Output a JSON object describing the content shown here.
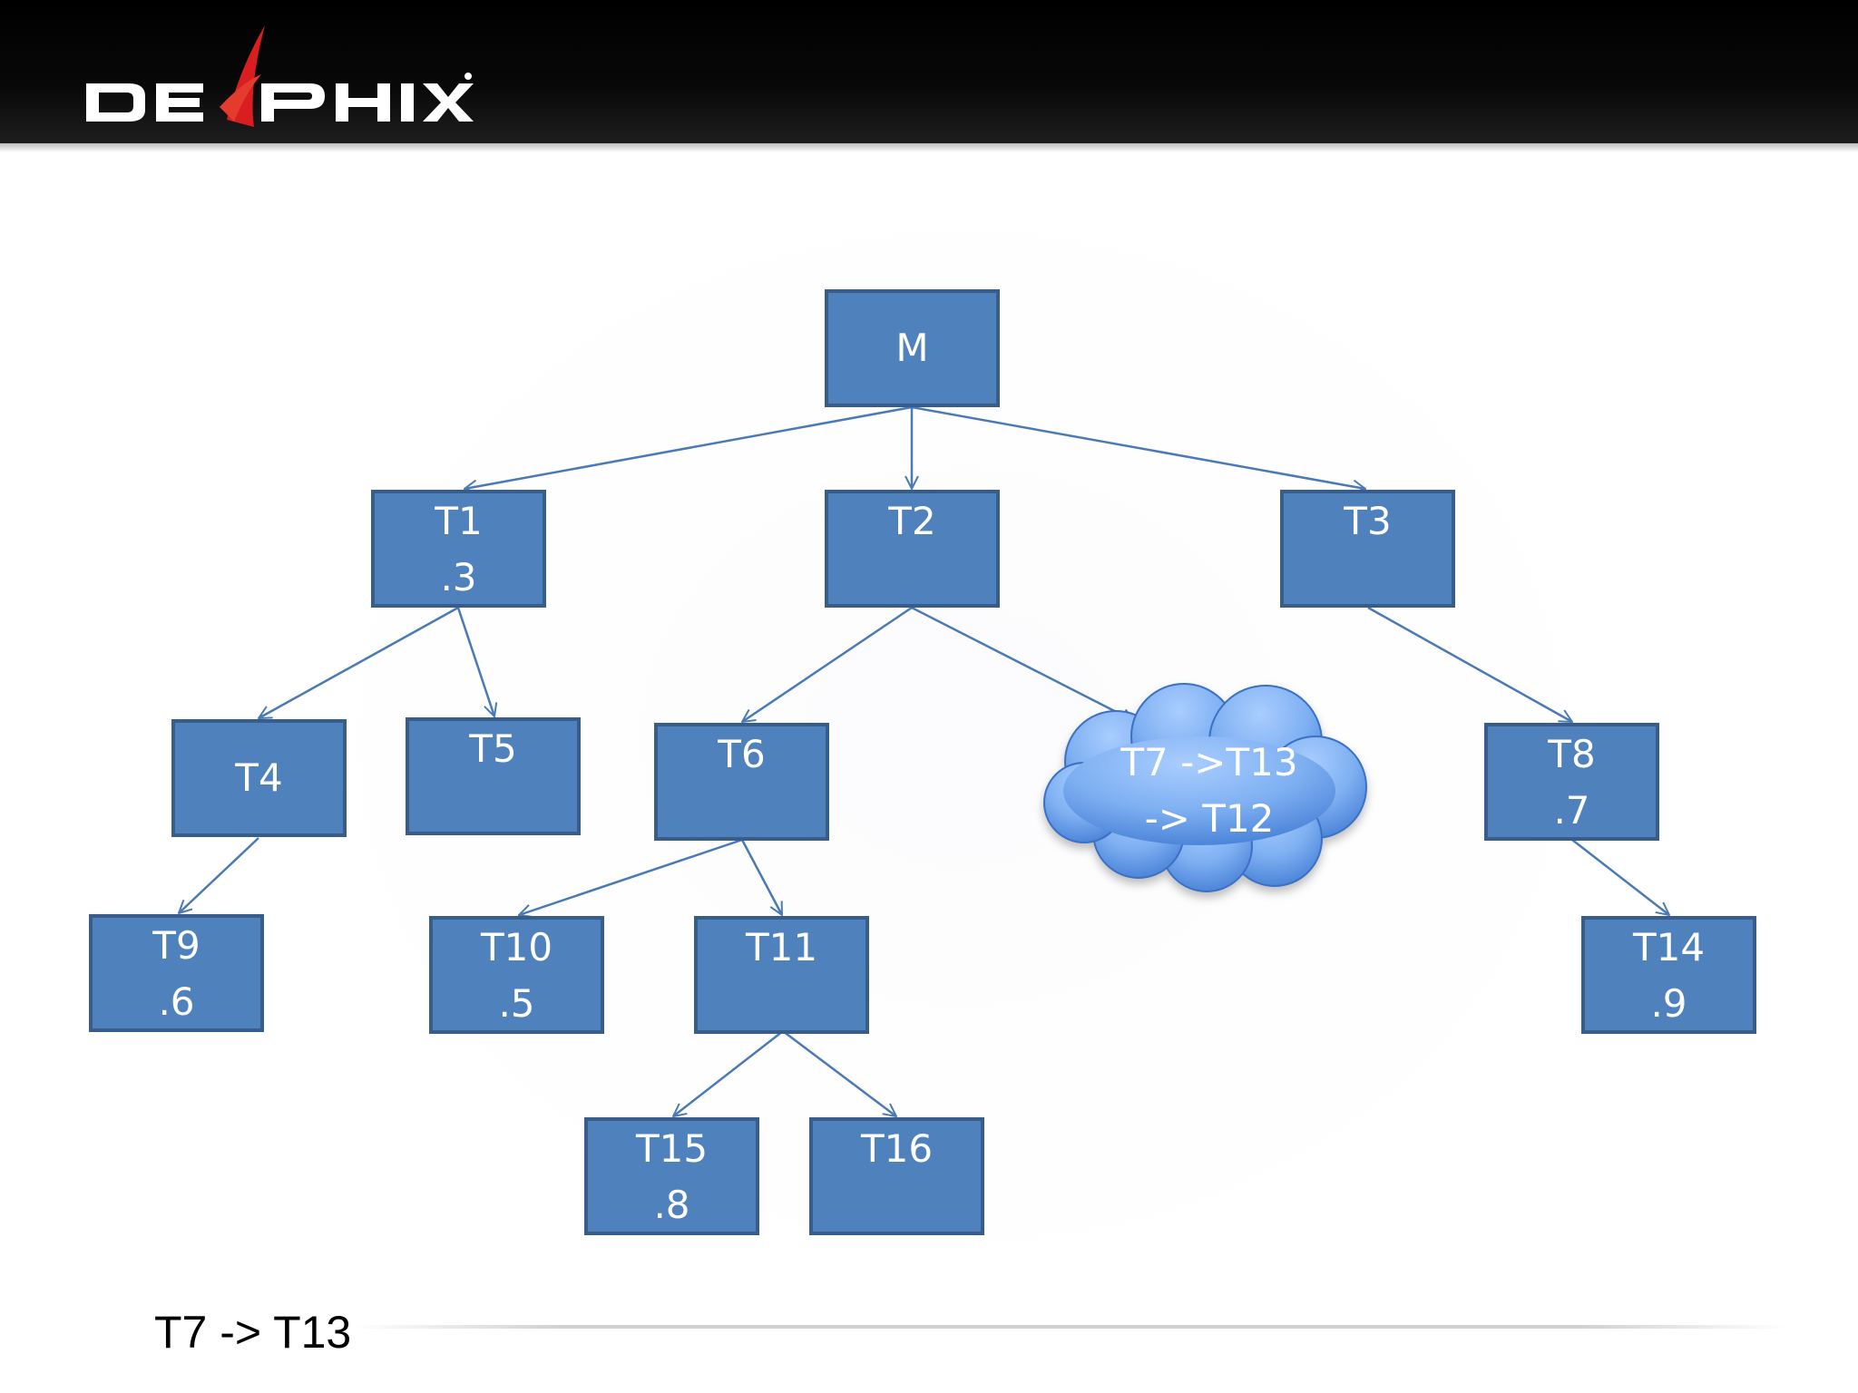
{
  "header": {
    "logo_text": "DELPHIX"
  },
  "nodes": {
    "m": {
      "label": "M"
    },
    "t1": {
      "label": "T1",
      "value": ".3"
    },
    "t2": {
      "label": "T2"
    },
    "t3": {
      "label": "T3"
    },
    "t4": {
      "label": "T4"
    },
    "t5": {
      "label": "T5"
    },
    "t6": {
      "label": "T6"
    },
    "t8": {
      "label": "T8",
      "value": ".7"
    },
    "t9": {
      "label": "T9",
      "value": ".6"
    },
    "t10": {
      "label": "T10",
      "value": ".5"
    },
    "t11": {
      "label": "T11"
    },
    "t14": {
      "label": "T14",
      "value": ".9"
    },
    "t15": {
      "label": "T15",
      "value": ".8"
    },
    "t16": {
      "label": "T16"
    }
  },
  "cloud": {
    "line1": "T7 ->T13",
    "line2": "-> T12"
  },
  "footer": {
    "text": "T7 -> T13"
  },
  "colors": {
    "box_fill": "#4f81bd",
    "box_border": "#385d8a",
    "line": "#4a7ab5",
    "header": "#000000"
  }
}
